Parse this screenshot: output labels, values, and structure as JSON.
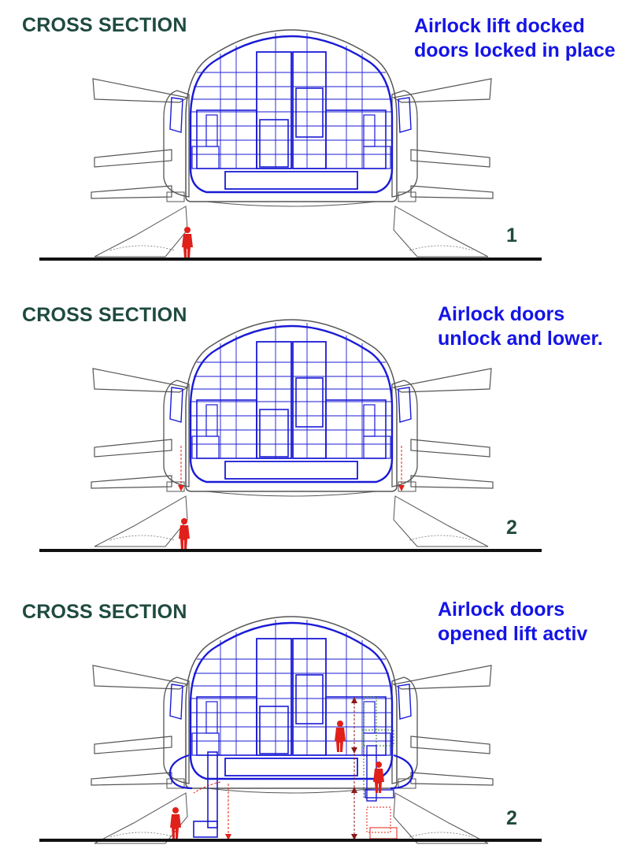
{
  "panels": [
    {
      "title": "CROSS SECTION",
      "caption_lines": [
        "Airlock lift docked",
        "doors locked in place"
      ],
      "step": "1"
    },
    {
      "title": "CROSS SECTION",
      "caption_lines": [
        "Airlock doors",
        "unlock and lower."
      ],
      "step": "2"
    },
    {
      "title": "CROSS SECTION",
      "caption_lines": [
        "Airlock doors",
        "opened lift activ"
      ],
      "step": "2"
    }
  ],
  "colors": {
    "title": "#1f4a3f",
    "caption": "#1414e6",
    "structure": "#1a1ad6",
    "outline": "#555555",
    "figure": "#e0201a",
    "ground": "#111111"
  }
}
